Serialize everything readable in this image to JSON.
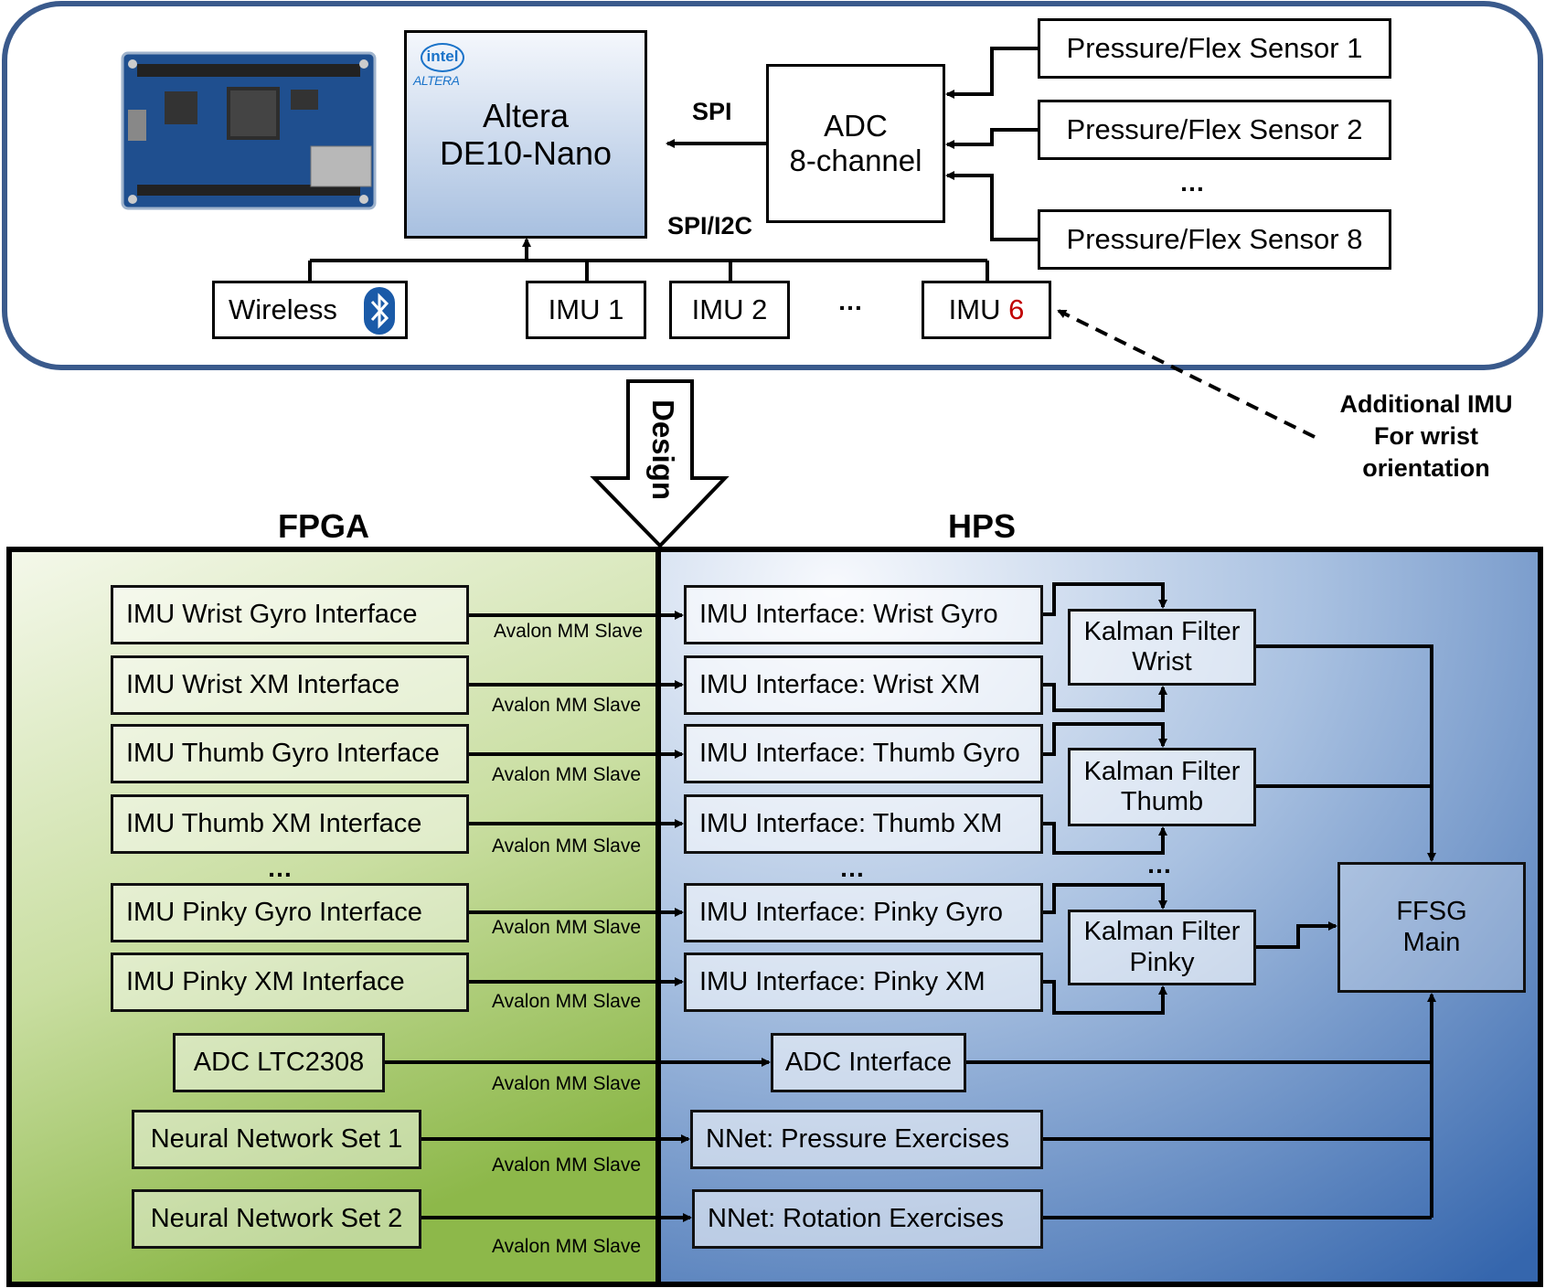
{
  "top": {
    "board": {
      "title_line1": "Altera",
      "title_line2": "DE10-Nano",
      "logo_intel": "intel",
      "logo_altera": "ALTERA"
    },
    "adc": {
      "line1": "ADC",
      "line2": "8-channel"
    },
    "bus_spi": "SPI",
    "bus_spi_i2c": "SPI/I2C",
    "sensors": [
      "Pressure/Flex Sensor 1",
      "Pressure/Flex Sensor 2",
      "Pressure/Flex Sensor 8"
    ],
    "sensor_ellipsis": "…",
    "wireless": "Wireless",
    "imus": [
      "IMU 1",
      "IMU 2"
    ],
    "imu_ellipsis": "…",
    "imu6_prefix": "IMU ",
    "imu6_number": "6",
    "annotation": [
      "Additional IMU",
      "For wrist",
      "orientation"
    ]
  },
  "design_label": "Design",
  "fpga": {
    "title": "FPGA",
    "blocks": [
      "IMU Wrist Gyro Interface",
      "IMU Wrist XM Interface",
      "IMU Thumb Gyro Interface",
      "IMU Thumb XM Interface",
      "IMU Pinky Gyro Interface",
      "IMU Pinky XM Interface"
    ],
    "ellipsis": "…",
    "adc": "ADC LTC2308",
    "nn1": "Neural Network Set 1",
    "nn2": "Neural Network Set 2",
    "link_label": "Avalon MM Slave"
  },
  "hps": {
    "title": "HPS",
    "interfaces": [
      "IMU Interface: Wrist Gyro",
      "IMU Interface: Wrist XM",
      "IMU Interface: Thumb Gyro",
      "IMU Interface: Thumb XM",
      "IMU Interface: Pinky Gyro",
      "IMU Interface: Pinky XM"
    ],
    "ellipsis": "…",
    "kalman": [
      {
        "line1": "Kalman Filter",
        "line2": "Wrist"
      },
      {
        "line1": "Kalman Filter",
        "line2": "Thumb"
      },
      {
        "line1": "Kalman Filter",
        "line2": "Pinky"
      }
    ],
    "kalman_ellipsis": "…",
    "ffsg": {
      "line1": "FFSG",
      "line2": "Main"
    },
    "adc_interface": "ADC Interface",
    "nnet_pressure": "NNet: Pressure Exercises",
    "nnet_rotation": "NNet: Rotation Exercises"
  },
  "colors": {
    "frame_blue": "#3a5a8c",
    "fpga_green_light": "#f2f7e6",
    "fpga_green_dark": "#92bb52",
    "hps_blue_light": "#f3f6fb",
    "hps_blue_dark": "#3c6fb5",
    "accent_red": "#c00000"
  }
}
